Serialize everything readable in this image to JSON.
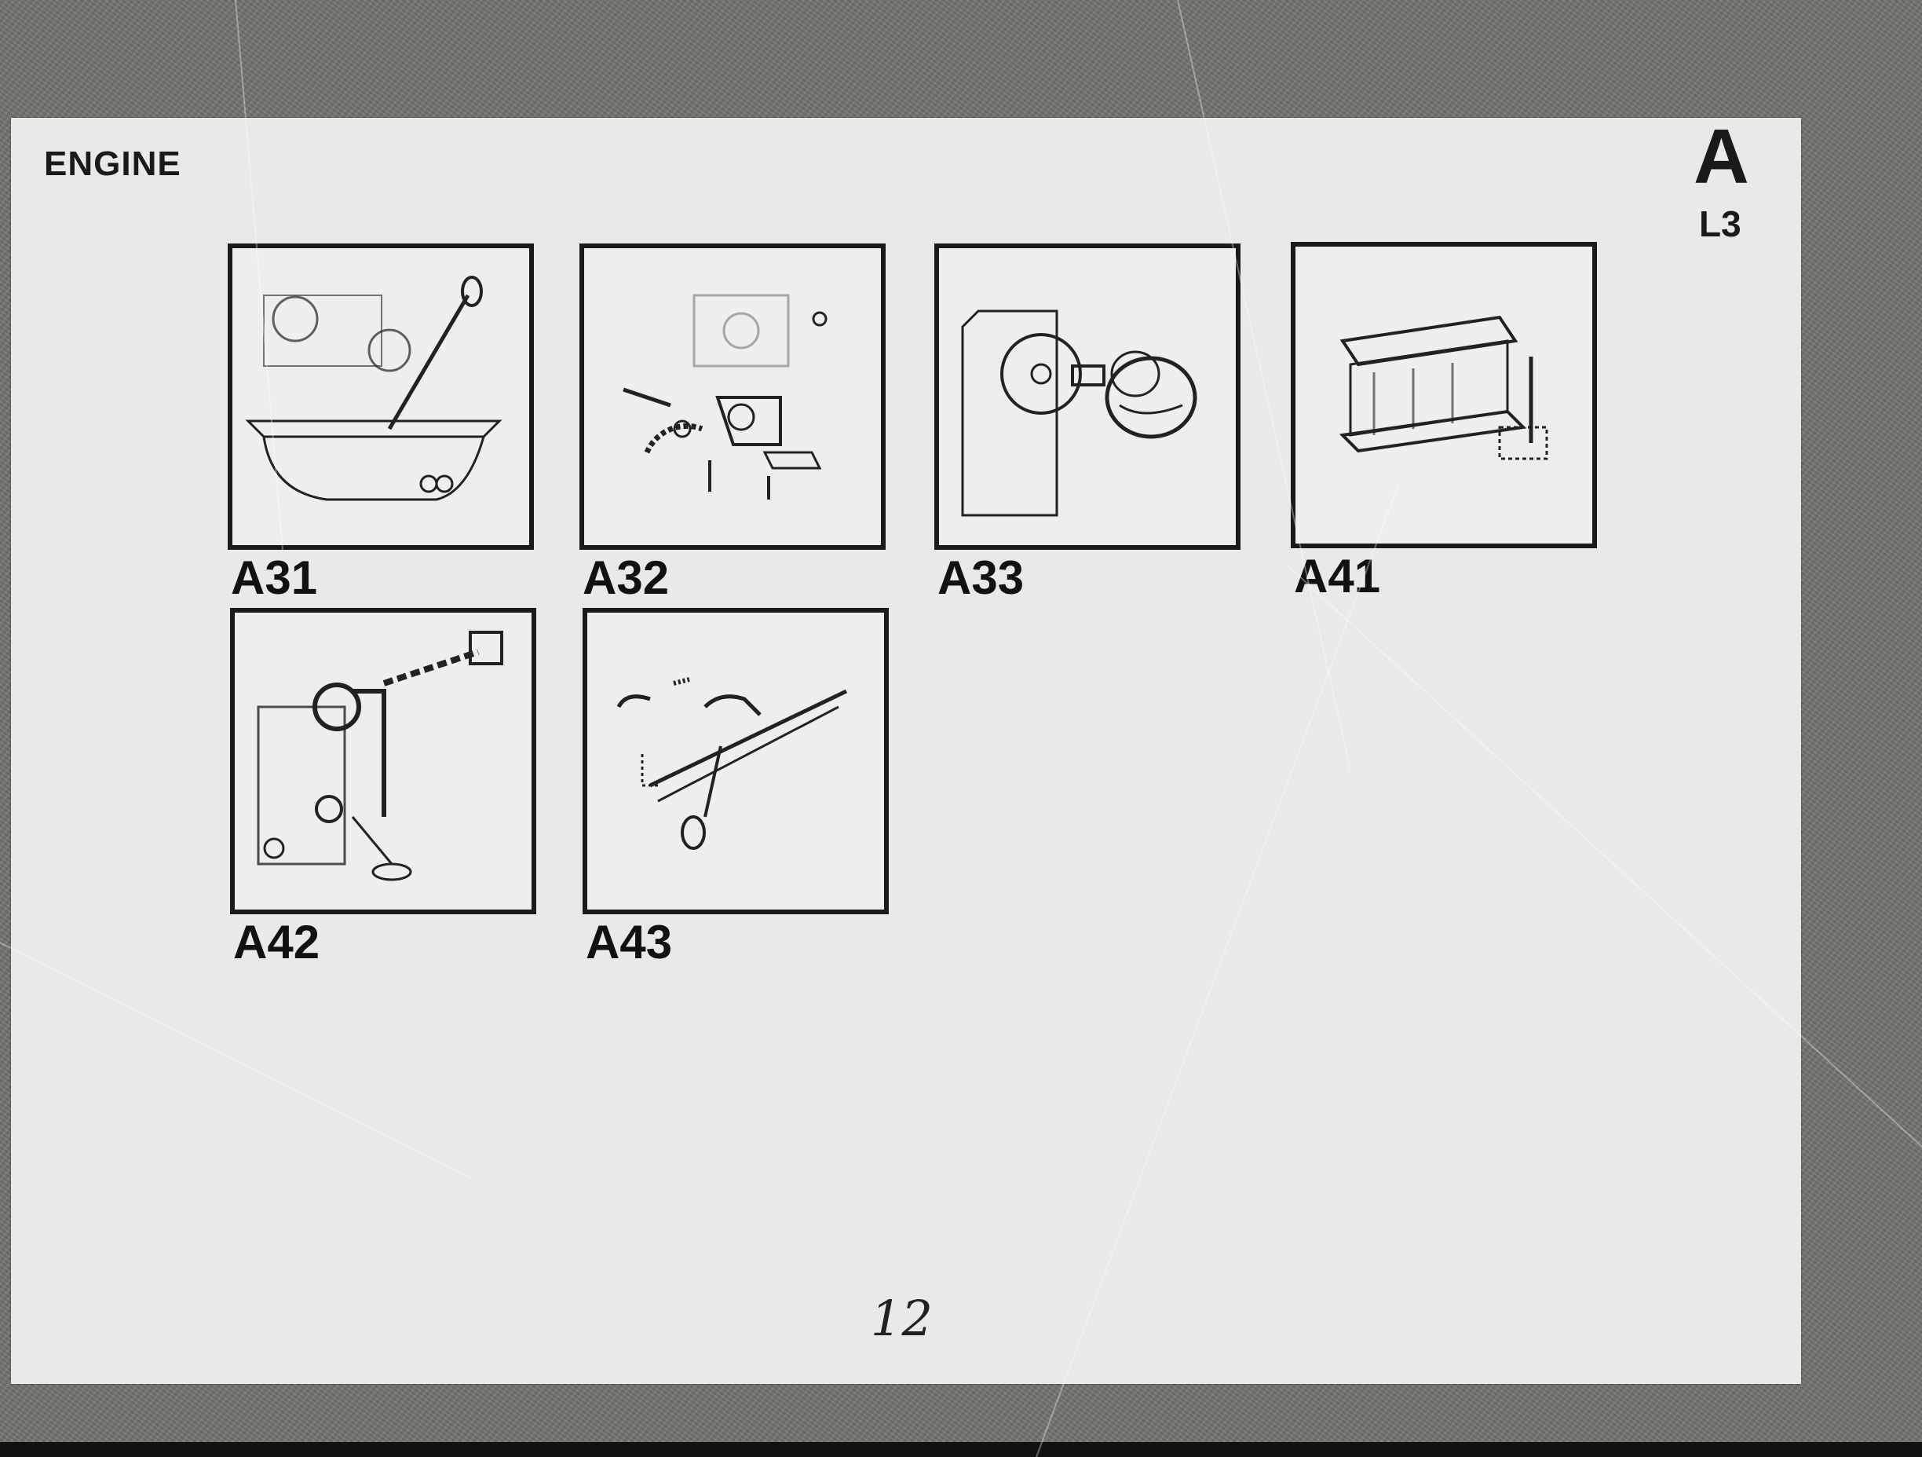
{
  "card": {
    "title": "ENGINE",
    "section_letter": "A",
    "section_code": "L3",
    "page_number": "12"
  },
  "tiles": [
    {
      "label": "A31",
      "icon": "oil-pan-dipstick-icon"
    },
    {
      "label": "A32",
      "icon": "oil-pump-icon"
    },
    {
      "label": "A33",
      "icon": "oil-filter-icon"
    },
    {
      "label": "A41",
      "icon": "cylinder-head-icon"
    },
    {
      "label": "A42",
      "icon": "timing-belt-icon"
    },
    {
      "label": "A43",
      "icon": "valve-train-icon"
    }
  ]
}
